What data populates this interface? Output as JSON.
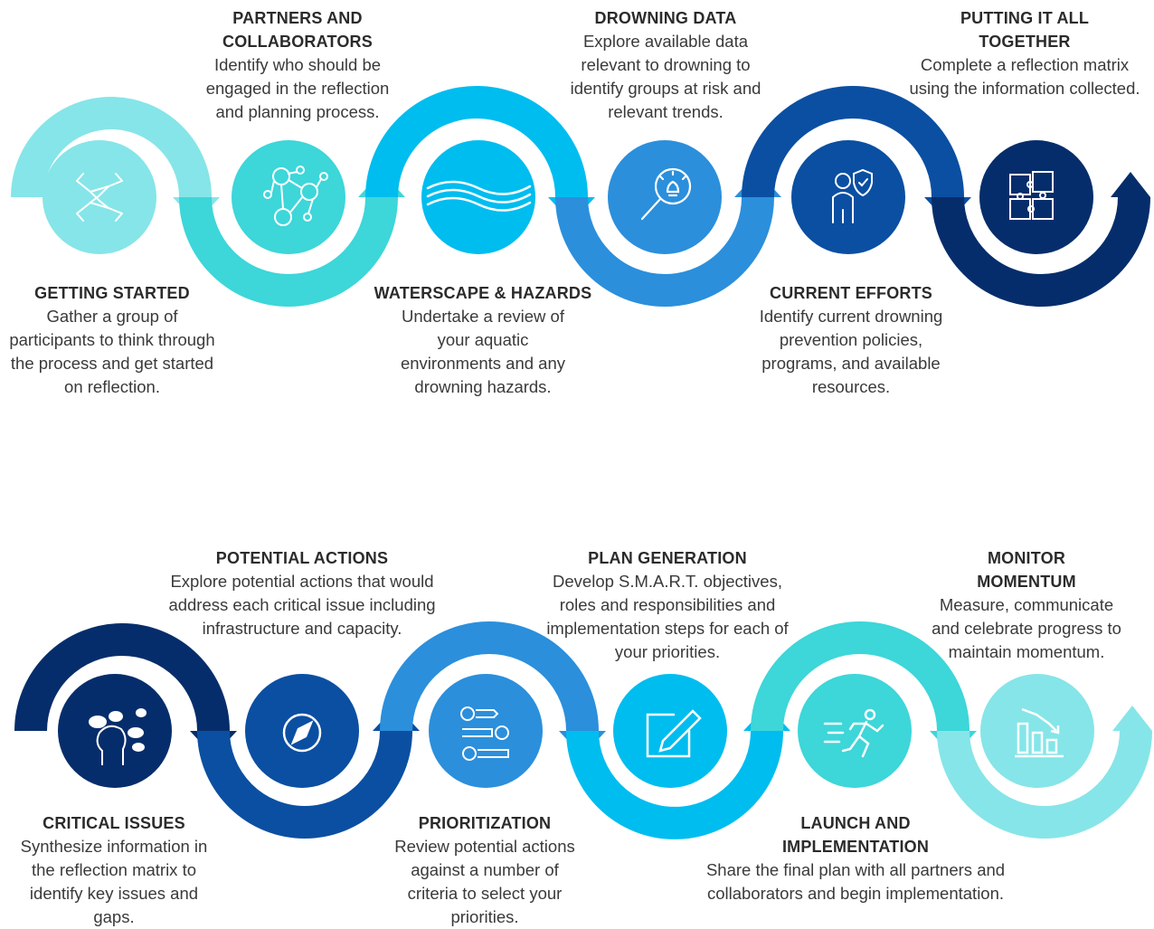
{
  "colors": {
    "pale_teal": "#86E5E8",
    "teal": "#3DD6D9",
    "cyan": "#00BDEF",
    "blue": "#2B8FDC",
    "royal": "#0B4FA2",
    "navy": "#062D6B"
  },
  "row1": [
    {
      "title": "GETTING STARTED",
      "desc": "Gather a group of participants to think through the process and get started on reflection.",
      "icon": "hands-together-icon"
    },
    {
      "title": "PARTNERS AND COLLABORATORS",
      "desc": "Identify who should be engaged in the reflection and planning process.",
      "icon": "network-people-icon"
    },
    {
      "title": "WATERSCAPE & HAZARDS",
      "desc": "Undertake a review of your aquatic environments and any drowning hazards.",
      "icon": "waves-icon"
    },
    {
      "title": "DROWNING DATA",
      "desc": "Explore available data relevant to drowning to identify groups at risk and relevant trends.",
      "icon": "magnifier-bulb-icon"
    },
    {
      "title": "CURRENT EFFORTS",
      "desc": "Identify current drowning prevention policies, programs, and available resources.",
      "icon": "person-shield-icon"
    },
    {
      "title": "PUTTING IT ALL TOGETHER",
      "desc": "Complete a reflection matrix using the information collected.",
      "icon": "puzzle-icon"
    }
  ],
  "row2": [
    {
      "title": "CRITICAL ISSUES",
      "desc": "Synthesize information in the reflection matrix to identify key issues and gaps.",
      "icon": "thinking-head-icon"
    },
    {
      "title": "POTENTIAL ACTIONS",
      "desc": "Explore potential actions that would address each critical issue including infrastructure and capacity.",
      "icon": "compass-icon"
    },
    {
      "title": "PRIORITIZATION",
      "desc": "Review potential actions against a number of criteria to select your priorities.",
      "icon": "numbered-list-icon"
    },
    {
      "title": "PLAN GENERATION",
      "desc": "Develop S.M.A.R.T. objectives, roles and responsibilities and implementation steps for each of your priorities.",
      "icon": "edit-note-icon"
    },
    {
      "title": "LAUNCH AND IMPLEMENTATION",
      "desc": "Share the final plan with all partners and collaborators and begin implementation.",
      "icon": "running-person-icon"
    },
    {
      "title": "MONITOR MOMENTUM",
      "desc": "Measure, communicate and celebrate progress to maintain momentum.",
      "icon": "bar-chart-icon"
    }
  ]
}
